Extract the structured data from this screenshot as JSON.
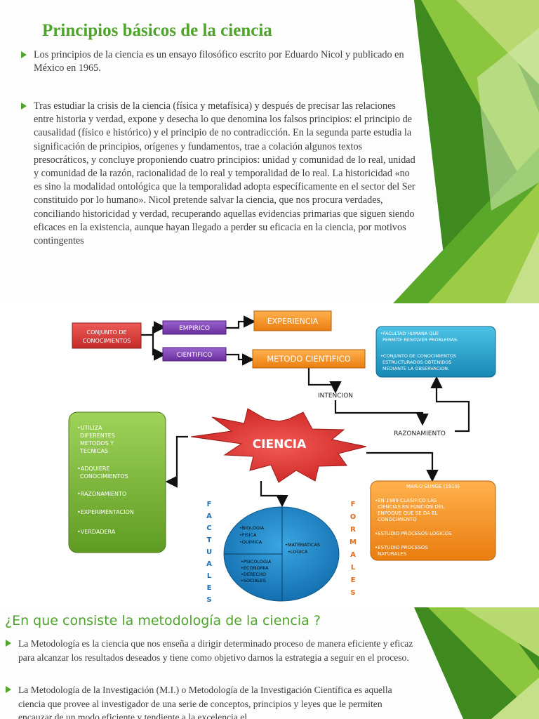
{
  "slide1": {
    "title": "Principios básicos de la ciencia",
    "bullets": [
      "Los principios de la ciencia es un ensayo filosófico escrito por Eduardo Nicol y publicado en México en 1965.",
      "Tras estudiar la crisis de la ciencia (física y metafísica) y después de precisar las relaciones entre historia y verdad, expone y desecha lo que denomina los falsos principios: el principio de causalidad (físico e histórico) y el principio de no contradicción. En la segunda parte estudia la significación de principios, orígenes y fundamentos, trae a colación algunos textos presocráticos, y concluye proponiendo cuatro principios: unidad y comunidad de lo real, unidad y comunidad de la razón, racionalidad de lo real y temporalidad de lo real. La historicidad «no es sino la modalidad ontológica que la temporalidad adopta específicamente en el sector del Ser constituido por lo humano». Nicol pretende salvar la ciencia, que nos procura verdades, conciliando historicidad y verdad, recuperando aquellas evidencias primarias que siguen siendo eficaces en la existencia, aunque hayan llegado a perder su eficacia en la ciencia, por motivos contingentes"
    ]
  },
  "diagram": {
    "conjunto": [
      "CONJUNTO DE",
      "CONOCIMIENTOS"
    ],
    "empirico": "EMPIRICO",
    "cientifico": "CIENTIFICO",
    "experiencia": "EXPERIENCIA",
    "metodo": "METODO CIENTIFICO",
    "intencion": "INTENCION",
    "razonamiento": "RAZONAMIENTO",
    "ciencia": "CIENCIA",
    "blue_box": [
      "•FACULTAD HUMANA QUE",
      "PERMITE RESOLVER PROBLEMAS.",
      "",
      "•CONJUNTO DE CONOCIMIENTOS",
      "ESTRUCTURADOS OBTENIDOS",
      "MEDIANTE LA OBSERVACION."
    ],
    "green_box": [
      "•UTILIZA",
      "DIFERENTES",
      "METODOS Y",
      "TECNICAS",
      "",
      "•ADQUIERE",
      "CONOCIMIENTOS",
      "",
      "•RAZONAMIENTO",
      "",
      "•EXPERIMENTACION",
      "",
      "•VERDADERA"
    ],
    "orange_title": "MARIO BUNGE (1919)",
    "orange_box": [
      "•EN 1989 CLASIFICO LAS",
      "CIENCIAS EN FUNCION DEL",
      "ENFOQUE QUE SE DA EL",
      "CONOCIMIENTO",
      "",
      "•ESTUDIO PROCESOS LOGICOS",
      "",
      "•ESTUDIO PROCESOS",
      "NATURALES"
    ],
    "factuales": [
      "F",
      "A",
      "C",
      "T",
      "U",
      "A",
      "L",
      "E",
      "S"
    ],
    "formales": [
      "F",
      "O",
      "R",
      "M",
      "A",
      "L",
      "E",
      "S"
    ],
    "circle_top_left": [
      "•BIOLOGIA",
      "•FISICA",
      "•QUIMICA"
    ],
    "circle_bottom_left": [
      "•PSICOLOGIA",
      "•ECONOMIA",
      "•DERECHO",
      "•SOCIALES"
    ],
    "circle_right": [
      "•MATEMATICAS",
      "•LOGICA"
    ]
  },
  "slide2": {
    "title": "¿En que consiste la metodología de la ciencia ?",
    "bullets": [
      "La Metodología es la ciencia que nos enseña a dirigir determinado  proceso de manera eficiente y eficaz para alcanzar los resultados  deseados y tiene como objetivo darnos la estrategia a seguir en el proceso.",
      "La Metodología de la Investigación (M.I.) o Metodología de la Investigación Científica es aquella ciencia que provee al investigador de una serie de conceptos, principios y leyes que le permiten encauzar de un modo eficiente y tendiente a la excelencia el"
    ]
  },
  "colors": {
    "accent_green": "#4fa52a",
    "purple": "#7b3fb0",
    "orange": "#f08c1e",
    "blue": "#1fa3cc",
    "red_box": "#d83b3b",
    "burst": "#e2322f",
    "circle": "#1e88c9",
    "green_box": "#7ab536"
  }
}
